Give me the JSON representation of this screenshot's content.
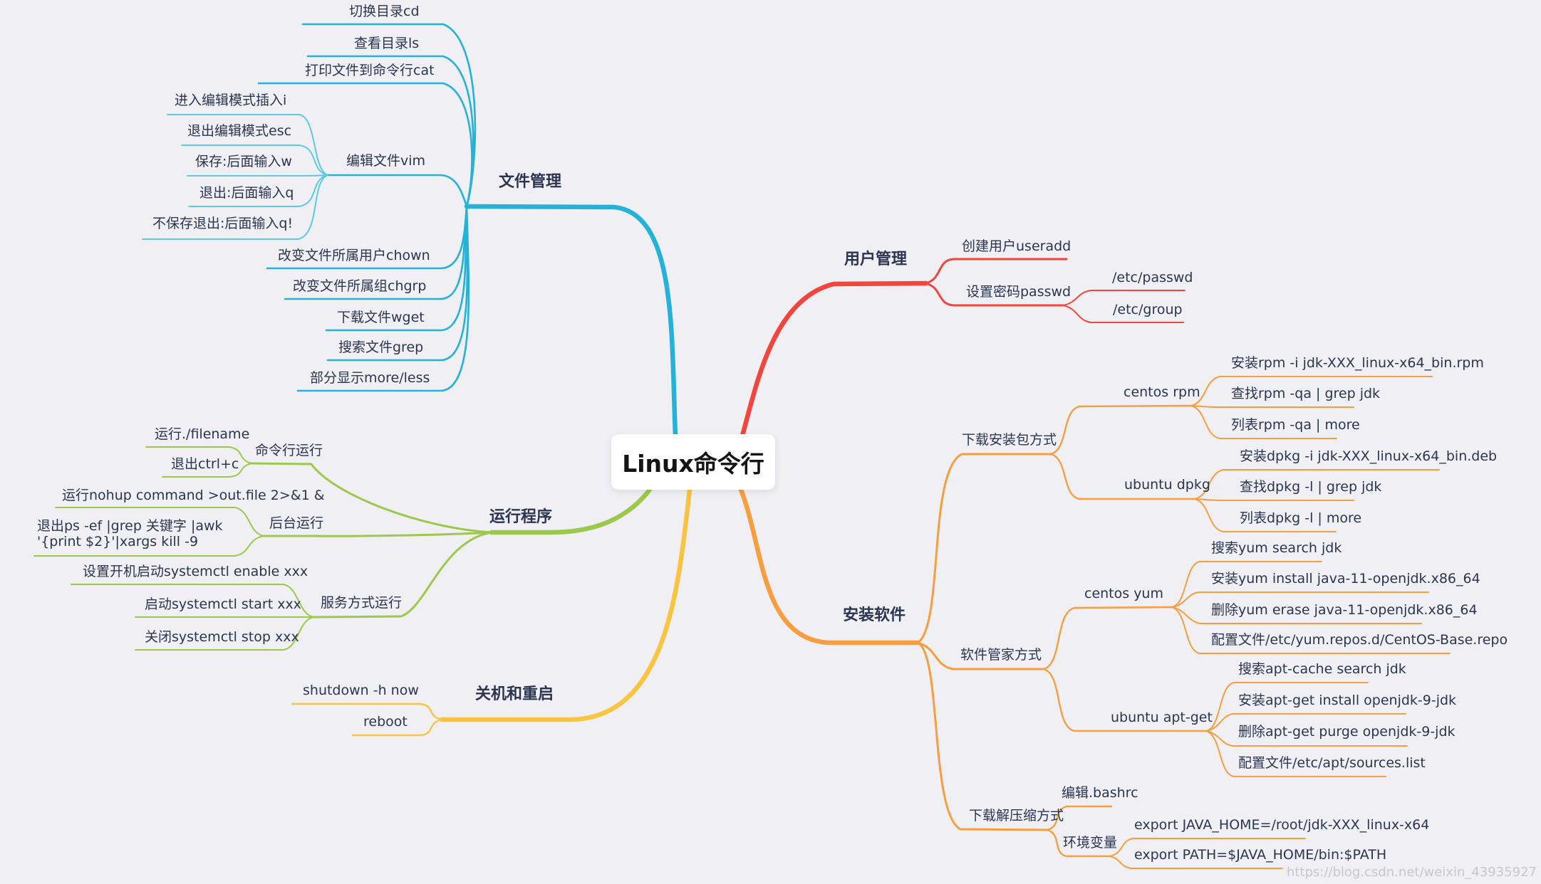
{
  "root": {
    "label": "Linux命令行"
  },
  "watermark": "https://blog.csdn.net/weixin_43935927",
  "colors": {
    "background": "#efeff4",
    "text": "#2b3550",
    "file_management": "#24b2d8",
    "file_management_light": "#5ec9e2",
    "user_management": "#f2453c",
    "run_programs": "#9cc94b",
    "shutdown_restart": "#f9c440",
    "install_software": "#f79e3e"
  },
  "branches": [
    {
      "label": "文件管理",
      "color": "#24b2d8",
      "children": [
        {
          "label": "切换目录cd"
        },
        {
          "label": "查看目录ls"
        },
        {
          "label": "打印文件到命令行cat"
        },
        {
          "label": "编辑文件vim",
          "children": [
            {
              "label": "进入编辑模式插入i"
            },
            {
              "label": "退出编辑模式esc"
            },
            {
              "label": "保存:后面输入w"
            },
            {
              "label": "退出:后面输入q"
            },
            {
              "label": "不保存退出:后面输入q!"
            }
          ]
        },
        {
          "label": "改变文件所属用户chown"
        },
        {
          "label": "改变文件所属组chgrp"
        },
        {
          "label": "下载文件wget"
        },
        {
          "label": "搜索文件grep"
        },
        {
          "label": "部分显示more/less"
        }
      ]
    },
    {
      "label": "用户管理",
      "color": "#f2453c",
      "children": [
        {
          "label": "创建用户useradd"
        },
        {
          "label": "设置密码passwd",
          "children": [
            {
              "label": "/etc/passwd"
            },
            {
              "label": "/etc/group"
            }
          ]
        }
      ]
    },
    {
      "label": "运行程序",
      "color": "#9cc94b",
      "children": [
        {
          "label": "命令行运行",
          "children": [
            {
              "label": "运行./filename"
            },
            {
              "label": "退出ctrl+c"
            }
          ]
        },
        {
          "label": "后台运行",
          "children": [
            {
              "label": "运行nohup command  >out.file 2>&1 &"
            },
            {
              "label": "退出ps -ef |grep 关键字  |awk '{print $2}'|xargs kill -9"
            }
          ]
        },
        {
          "label": "服务方式运行",
          "children": [
            {
              "label": "设置开机启动systemctl enable xxx"
            },
            {
              "label": "启动systemctl start xxx"
            },
            {
              "label": "关闭systemctl stop xxx"
            }
          ]
        }
      ]
    },
    {
      "label": "关机和重启",
      "color": "#f9c440",
      "children": [
        {
          "label": "shutdown -h now"
        },
        {
          "label": "reboot"
        }
      ]
    },
    {
      "label": "安装软件",
      "color": "#f79e3e",
      "children": [
        {
          "label": "下载安装包方式",
          "children": [
            {
              "label": "centos rpm",
              "children": [
                {
                  "label": "安装rpm -i jdk-XXX_linux-x64_bin.rpm"
                },
                {
                  "label": "查找rpm -qa | grep jdk"
                },
                {
                  "label": "列表rpm -qa | more"
                }
              ]
            },
            {
              "label": "ubuntu dpkg",
              "children": [
                {
                  "label": "安装dpkg -i jdk-XXX_linux-x64_bin.deb"
                },
                {
                  "label": "查找dpkg -l | grep jdk"
                },
                {
                  "label": "列表dpkg -l | more"
                }
              ]
            }
          ]
        },
        {
          "label": "软件管家方式",
          "children": [
            {
              "label": "centos yum",
              "children": [
                {
                  "label": "搜索yum search jdk"
                },
                {
                  "label": "安装yum install java-11-openjdk.x86_64"
                },
                {
                  "label": "删除yum erase java-11-openjdk.x86_64"
                },
                {
                  "label": "配置文件/etc/yum.repos.d/CentOS-Base.repo"
                }
              ]
            },
            {
              "label": "ubuntu apt-get",
              "children": [
                {
                  "label": "搜索apt-cache search jdk"
                },
                {
                  "label": "安装apt-get install openjdk-9-jdk"
                },
                {
                  "label": "删除apt-get purge openjdk-9-jdk"
                },
                {
                  "label": "配置文件/etc/apt/sources.list"
                }
              ]
            }
          ]
        },
        {
          "label": "下载解压缩方式",
          "children": [
            {
              "label": "编辑.bashrc"
            },
            {
              "label": "环境变量",
              "children": [
                {
                  "label": "export JAVA_HOME=/root/jdk-XXX_linux-x64"
                },
                {
                  "label": "export PATH=$JAVA_HOME/bin:$PATH"
                }
              ]
            }
          ]
        }
      ]
    }
  ]
}
